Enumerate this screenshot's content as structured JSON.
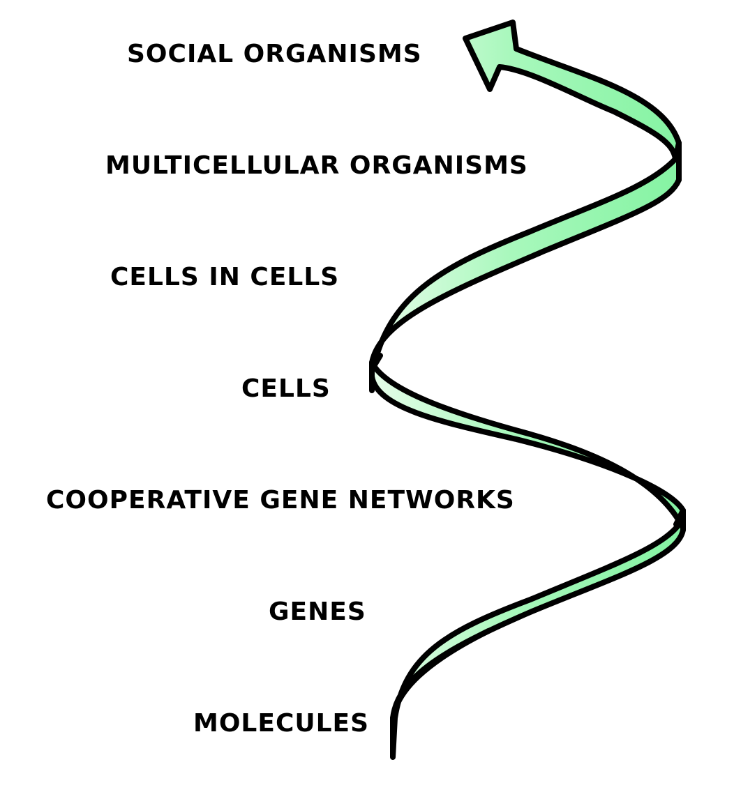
{
  "levels": [
    {
      "label": "SOCIAL ORGANISMS"
    },
    {
      "label": "MULTICELLULAR ORGANISMS"
    },
    {
      "label": "CELLS IN CELLS"
    },
    {
      "label": "CELLS"
    },
    {
      "label": "COOPERATIVE GENE NETWORKS"
    },
    {
      "label": "GENES"
    },
    {
      "label": "MOLECULES"
    }
  ],
  "colors": {
    "ribbon_light": "#e6fde9",
    "ribbon_main": "#8ef5a8",
    "outline": "#000000",
    "background": "#ffffff"
  }
}
